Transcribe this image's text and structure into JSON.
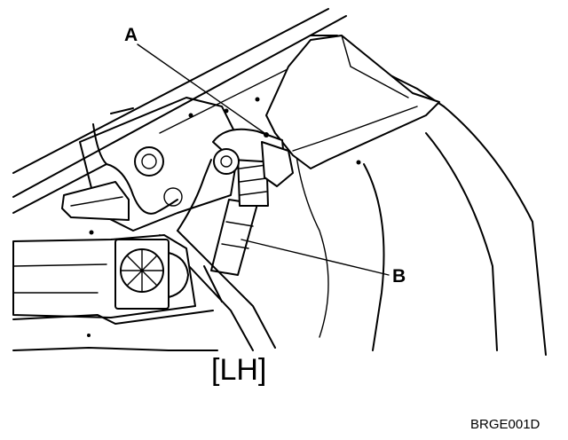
{
  "labels": {
    "a": "A",
    "b": "B"
  },
  "caption": "[LH]",
  "figure_code": "BRGE001D",
  "colors": {
    "ink": "#000000",
    "paper": "#ffffff"
  }
}
